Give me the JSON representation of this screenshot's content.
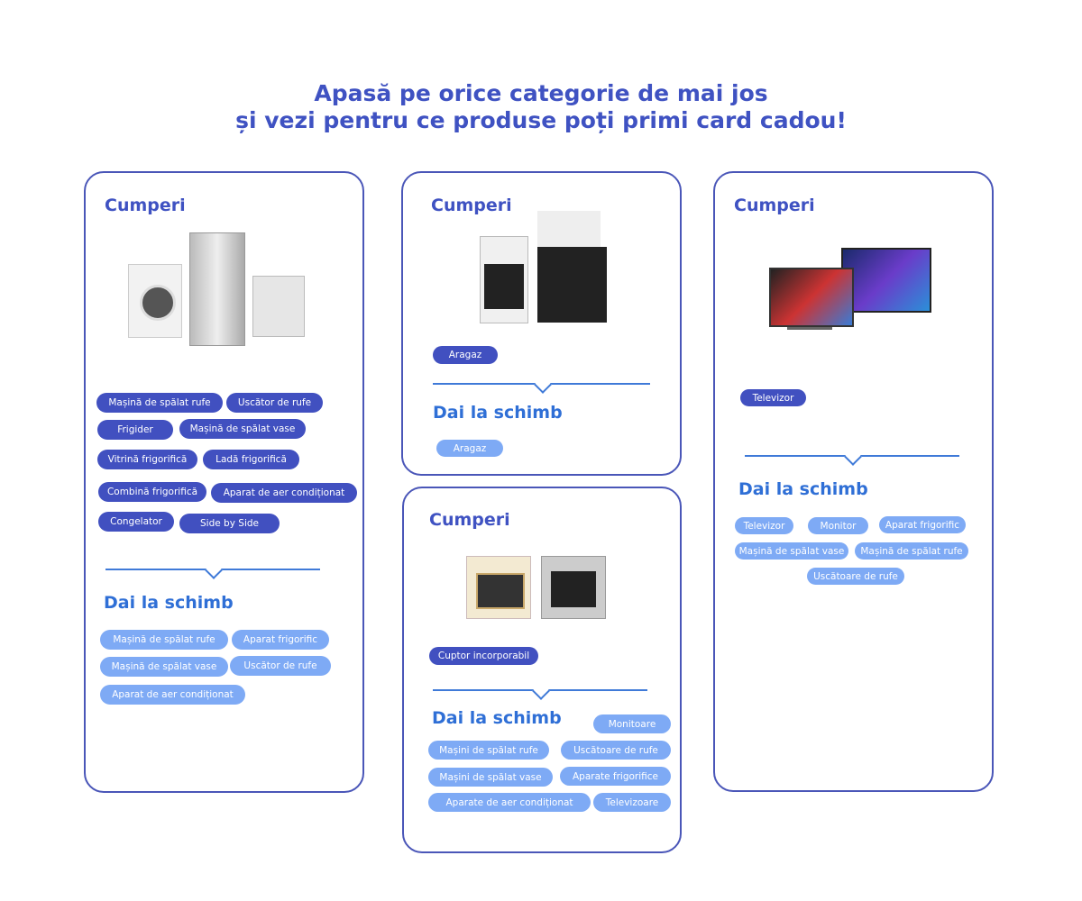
{
  "header": {
    "line1": "Apasă pe orice categorie de mai jos",
    "line2": "și vezi pentru ce produse poți primi card cadou!"
  },
  "colors": {
    "title": "#3f52c2",
    "buy_pill": "#4150c0",
    "trade_pill": "#7eaaf5",
    "trade_heading": "#2f6fd6",
    "border": "#4a56b8"
  },
  "cards": [
    {
      "buy_label": "Cumperi",
      "trade_label": "Dai la schimb",
      "buy": [
        "Mașină de spălat rufe",
        "Uscător de rufe",
        "Frigider",
        "Mașină de spălat vase",
        "Vitrină frigorifică",
        "Ladă frigorifică",
        "Combină frigorifică",
        "Aparat de aer condiționat",
        "Congelator",
        "Side by Side"
      ],
      "trade": [
        "Mașină de spălat rufe",
        "Aparat frigorific",
        "Mașină de spălat vase",
        "Uscător de rufe",
        "Aparat de aer condiționat"
      ]
    },
    {
      "buy_label": "Cumperi",
      "trade_label": "Dai la schimb",
      "buy": [
        "Aragaz"
      ],
      "trade": [
        "Aragaz"
      ]
    },
    {
      "buy_label": "Cumperi",
      "trade_label": "Dai la schimb",
      "buy": [
        "Cuptor incorporabil"
      ],
      "trade": [
        "Monitoare",
        "Mașini de spălat rufe",
        "Uscătoare de rufe",
        "Mașini de spălat vase",
        "Aparate frigorifice",
        "Aparate de aer condiționat",
        "Televizoare"
      ]
    },
    {
      "buy_label": "Cumperi",
      "trade_label": "Dai la schimb",
      "buy": [
        "Televizor"
      ],
      "trade": [
        "Televizor",
        "Monitor",
        "Aparat frigorific",
        "Mașină de spălat vase",
        "Mașină de spălat rufe",
        "Uscătoare de rufe"
      ]
    }
  ]
}
